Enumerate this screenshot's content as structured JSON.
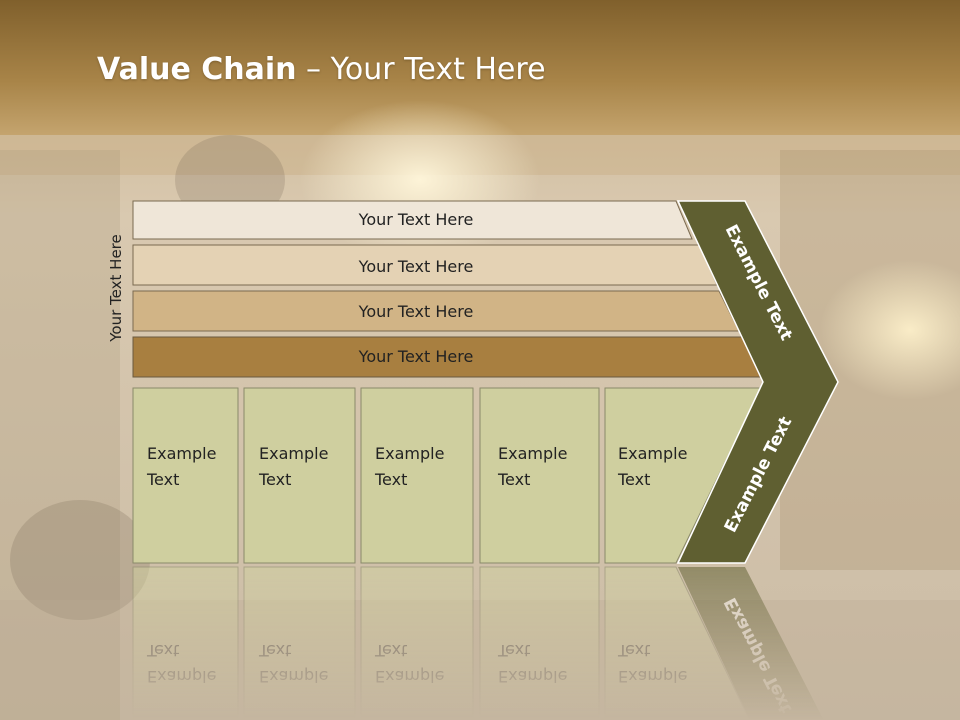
{
  "slide": {
    "title_bold": "Value Chain",
    "title_rest": " – Your Text Here"
  },
  "diagram": {
    "side_label": "Your Text Here",
    "rows": [
      {
        "label": "Your Text Here",
        "color": "#efe6d8"
      },
      {
        "label": "Your Text Here",
        "color": "#e4d2b4"
      },
      {
        "label": "Your Text Here",
        "color": "#d1b486"
      },
      {
        "label": "Your Text Here",
        "color": "#a87f40"
      }
    ],
    "boxes": [
      {
        "line1": "Example",
        "line2": "Text"
      },
      {
        "line1": "Example",
        "line2": "Text"
      },
      {
        "line1": "Example",
        "line2": "Text"
      },
      {
        "line1": "Example",
        "line2": "Text"
      },
      {
        "line1": "Example",
        "line2": "Text"
      }
    ],
    "box_color": "#cfcf9f",
    "arrow_color": "#5f5f31",
    "arrow_top_label": "Example Text",
    "arrow_bottom_label": "Example Text"
  }
}
